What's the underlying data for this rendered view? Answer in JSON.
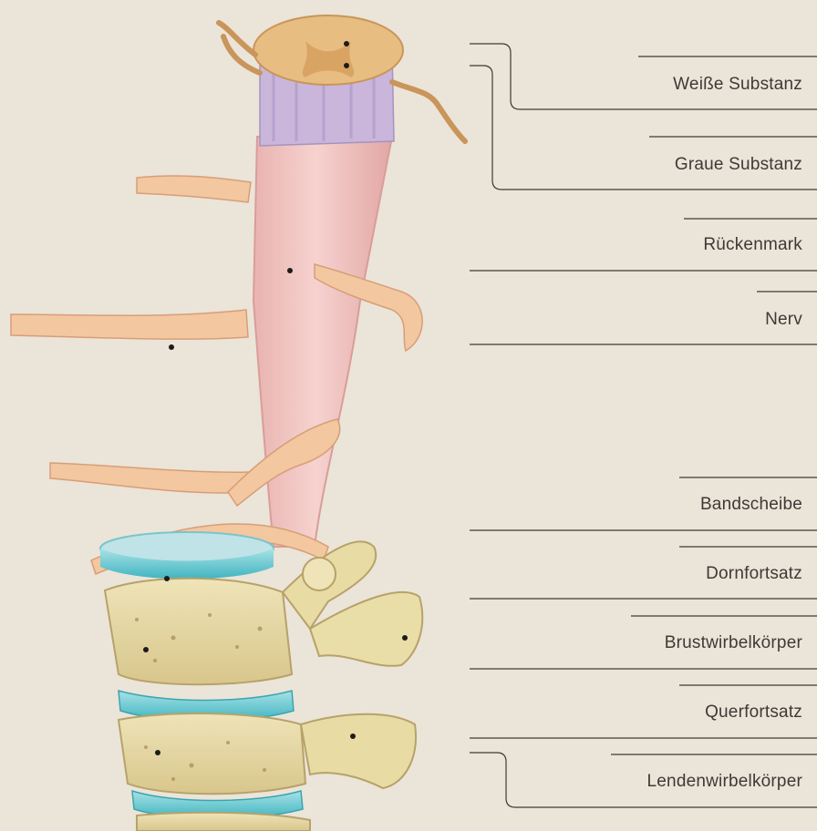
{
  "labels": {
    "weisse_substanz": "Weiße Substanz",
    "graue_substanz": "Graue Substanz",
    "rueckenmark": "Rückenmark",
    "nerv": "Nerv",
    "bandscheibe": "Bandscheibe",
    "dornfortsatz": "Dornfortsatz",
    "brustwirbelkoerper": "Brustwirbelkörper",
    "querfortsatz": "Querfortsatz",
    "lendenwirbelkoerper": "Lendenwirbelkörper"
  },
  "colors": {
    "background": "#ebe4d8",
    "spinal_cord": "#f2c4c0",
    "nerve": "#f3c7a0",
    "vertebra": "#e9dca9",
    "disc": "#5fc6cf",
    "white_matter": "#c9b6da",
    "leader_line": "#3d3a36"
  }
}
